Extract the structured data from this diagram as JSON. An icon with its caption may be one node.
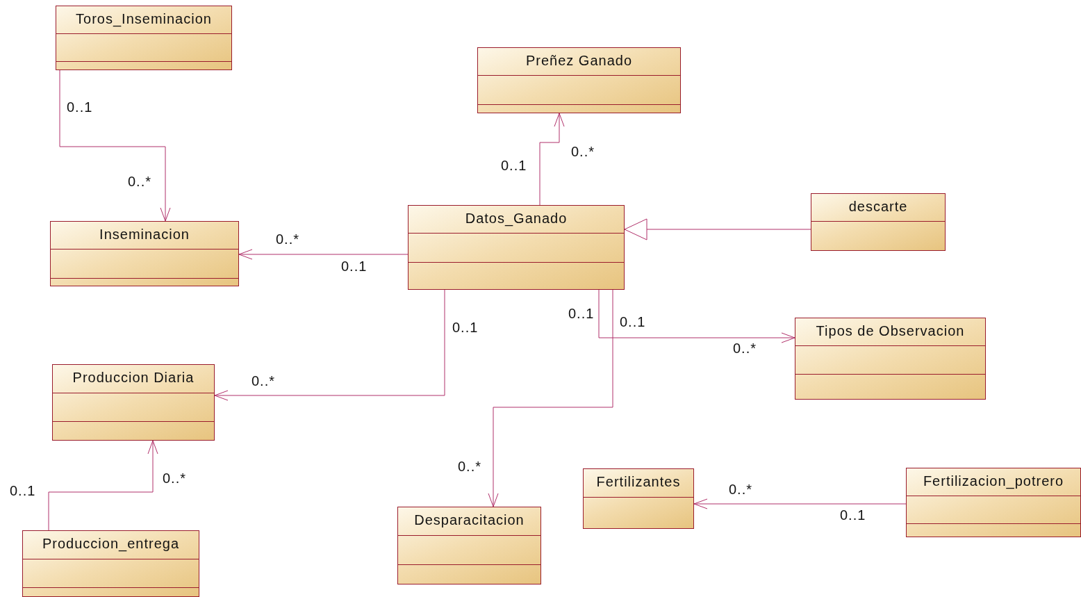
{
  "diagram": {
    "nodes": [
      {
        "text": [
          "Toros_Inseminacion"
        ]
      },
      {
        "text": [
          "Preñez Ganado"
        ]
      },
      {
        "text": [
          "Inseminacion"
        ]
      },
      {
        "text": [
          "Datos_Ganado"
        ]
      },
      {
        "text": [
          "descarte"
        ]
      },
      {
        "text": [
          "Tipos de Observacion"
        ]
      },
      {
        "text": [
          "Produccion Diaria"
        ]
      },
      {
        "text": [
          "Fertilizantes"
        ]
      },
      {
        "text": [
          "Fertilizacion_potrero"
        ]
      },
      {
        "text": [
          "Desparacitacion"
        ]
      },
      {
        "text": [
          "Produccion_entrega"
        ]
      }
    ],
    "edges": [
      {
        "from": 0,
        "to": 2,
        "arrow": "to"
      },
      {
        "from": 3,
        "to": 1,
        "arrow": "to"
      },
      {
        "from": 3,
        "to": 2,
        "arrow": "to"
      },
      {
        "from": 4,
        "to": 3,
        "arrow": "to"
      },
      {
        "from": 3,
        "to": 6,
        "arrow": "to"
      },
      {
        "from": 3,
        "to": 5,
        "arrow": "to"
      },
      {
        "from": 3,
        "to": 9,
        "arrow": "to"
      },
      {
        "from": 8,
        "to": 7,
        "arrow": "to"
      },
      {
        "from": 10,
        "to": 6,
        "arrow": "to"
      }
    ],
    "labels": [
      "0..1",
      "0..*",
      "0..1",
      "0..*",
      "0..*",
      "0..1",
      "0..1",
      "0..1",
      "0..1",
      "0..*",
      "0..*",
      "0..*",
      "0..*",
      "0..*",
      "0..1",
      "0..1"
    ]
  }
}
